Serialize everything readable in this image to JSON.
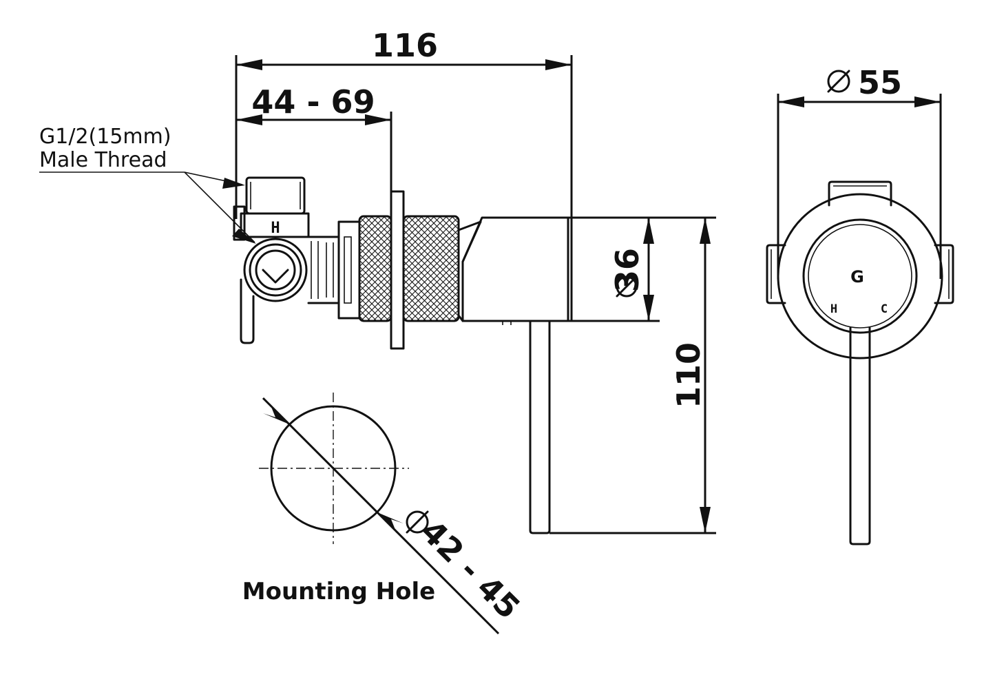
{
  "dimensions": {
    "overall_depth": "116",
    "adjustable_depth": "44 - 69",
    "handle_diameter": "36",
    "plate_diameter": "55",
    "lever_height": "110",
    "hole_diameter": "42 - 45",
    "diameter_symbol": "∅"
  },
  "labels": {
    "thread_line1": "G1/2(15mm)",
    "thread_line2": "Male Thread",
    "mounting_hole": "Mounting Hole",
    "valve_mark": "H",
    "hot_mark": "H",
    "cold_mark": "C",
    "logo_mark": "G"
  },
  "colors": {
    "line": "#111111",
    "background": "#ffffff"
  }
}
